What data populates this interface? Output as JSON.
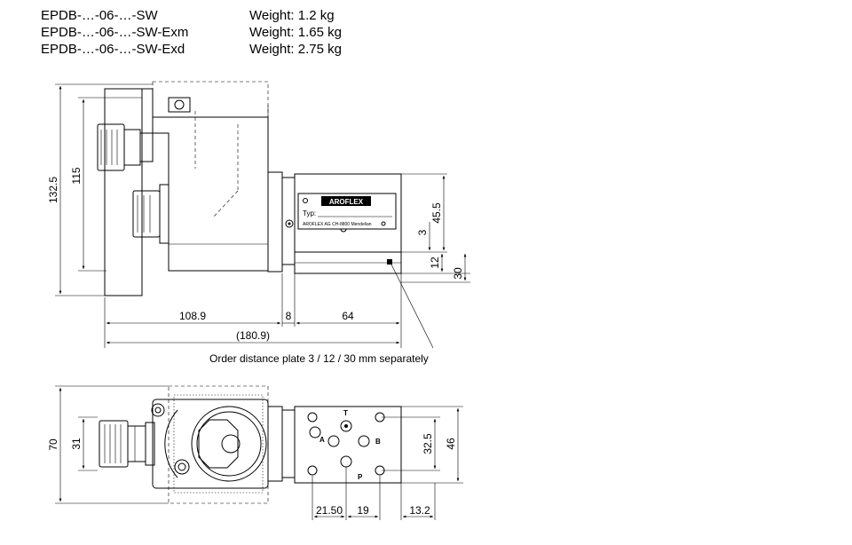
{
  "weights": [
    {
      "model": "EPDB-…-06-…-SW",
      "weight": "Weight: 1.2 kg"
    },
    {
      "model": "EPDB-…-06-…-SW-Exm",
      "weight": "Weight: 1.65 kg"
    },
    {
      "model": "EPDB-…-06-…-SW-Exd",
      "weight": "Weight: 2.75 kg"
    }
  ],
  "side_view": {
    "brand_label": "AROFLEX",
    "type_label": "Typ:",
    "maker_label": "AROFLEX AG CH-8800 Mendelian",
    "dimensions": {
      "overall_height": "132.5",
      "body_height": "115",
      "coil_length": "108.9",
      "spacer": "8",
      "valve_length": "64",
      "total_length": "(180.9)",
      "valve_height": "45.5",
      "dim_3": "3",
      "dim_12": "12",
      "dim_30": "30"
    },
    "note": "Order distance plate 3 / 12 / 30 mm separately"
  },
  "top_view": {
    "ports": {
      "T": "T",
      "A": "A",
      "B": "B",
      "P": "P"
    },
    "dimensions": {
      "overall_width": "70",
      "center_width": "31",
      "port_spacing": "32.5",
      "valve_width": "46",
      "dim_21_50": "21.50",
      "dim_19": "19",
      "dim_13_2": "13.2"
    }
  }
}
